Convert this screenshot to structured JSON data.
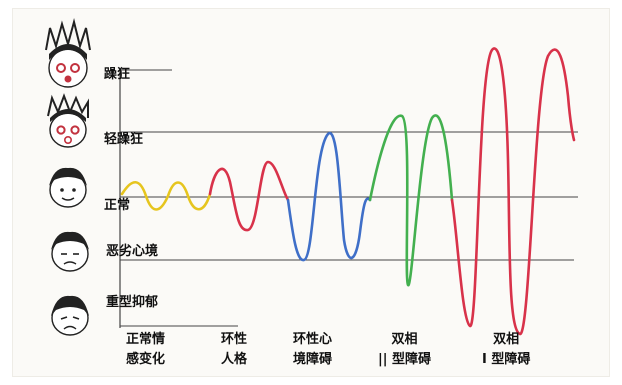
{
  "levels": {
    "mania": "躁狂",
    "hypomania": "轻躁狂",
    "normal": "正常",
    "dysphoria": "恶劣心境",
    "severe_depression": "重型抑郁"
  },
  "categories": {
    "normal_variation": [
      "正常情",
      "感变化"
    ],
    "cyclothymic_personality": [
      "环性",
      "人格"
    ],
    "cyclothymia": [
      "环性心",
      "境障碍"
    ],
    "bipolar_2": [
      "双相",
      "|| 型障碍"
    ],
    "bipolar_1": [
      "双相",
      "I 型障碍"
    ]
  },
  "colors": {
    "normal_wave": "#e6c51e",
    "red_wave": "#d8324a",
    "blue_wave": "#3f6fc8",
    "green_wave": "#43b04f",
    "lines": "#333333"
  },
  "icons": [
    "manic-face-icon",
    "hypomanic-face-icon",
    "normal-face-icon",
    "dysphoric-face-icon",
    "depressed-face-icon"
  ]
}
